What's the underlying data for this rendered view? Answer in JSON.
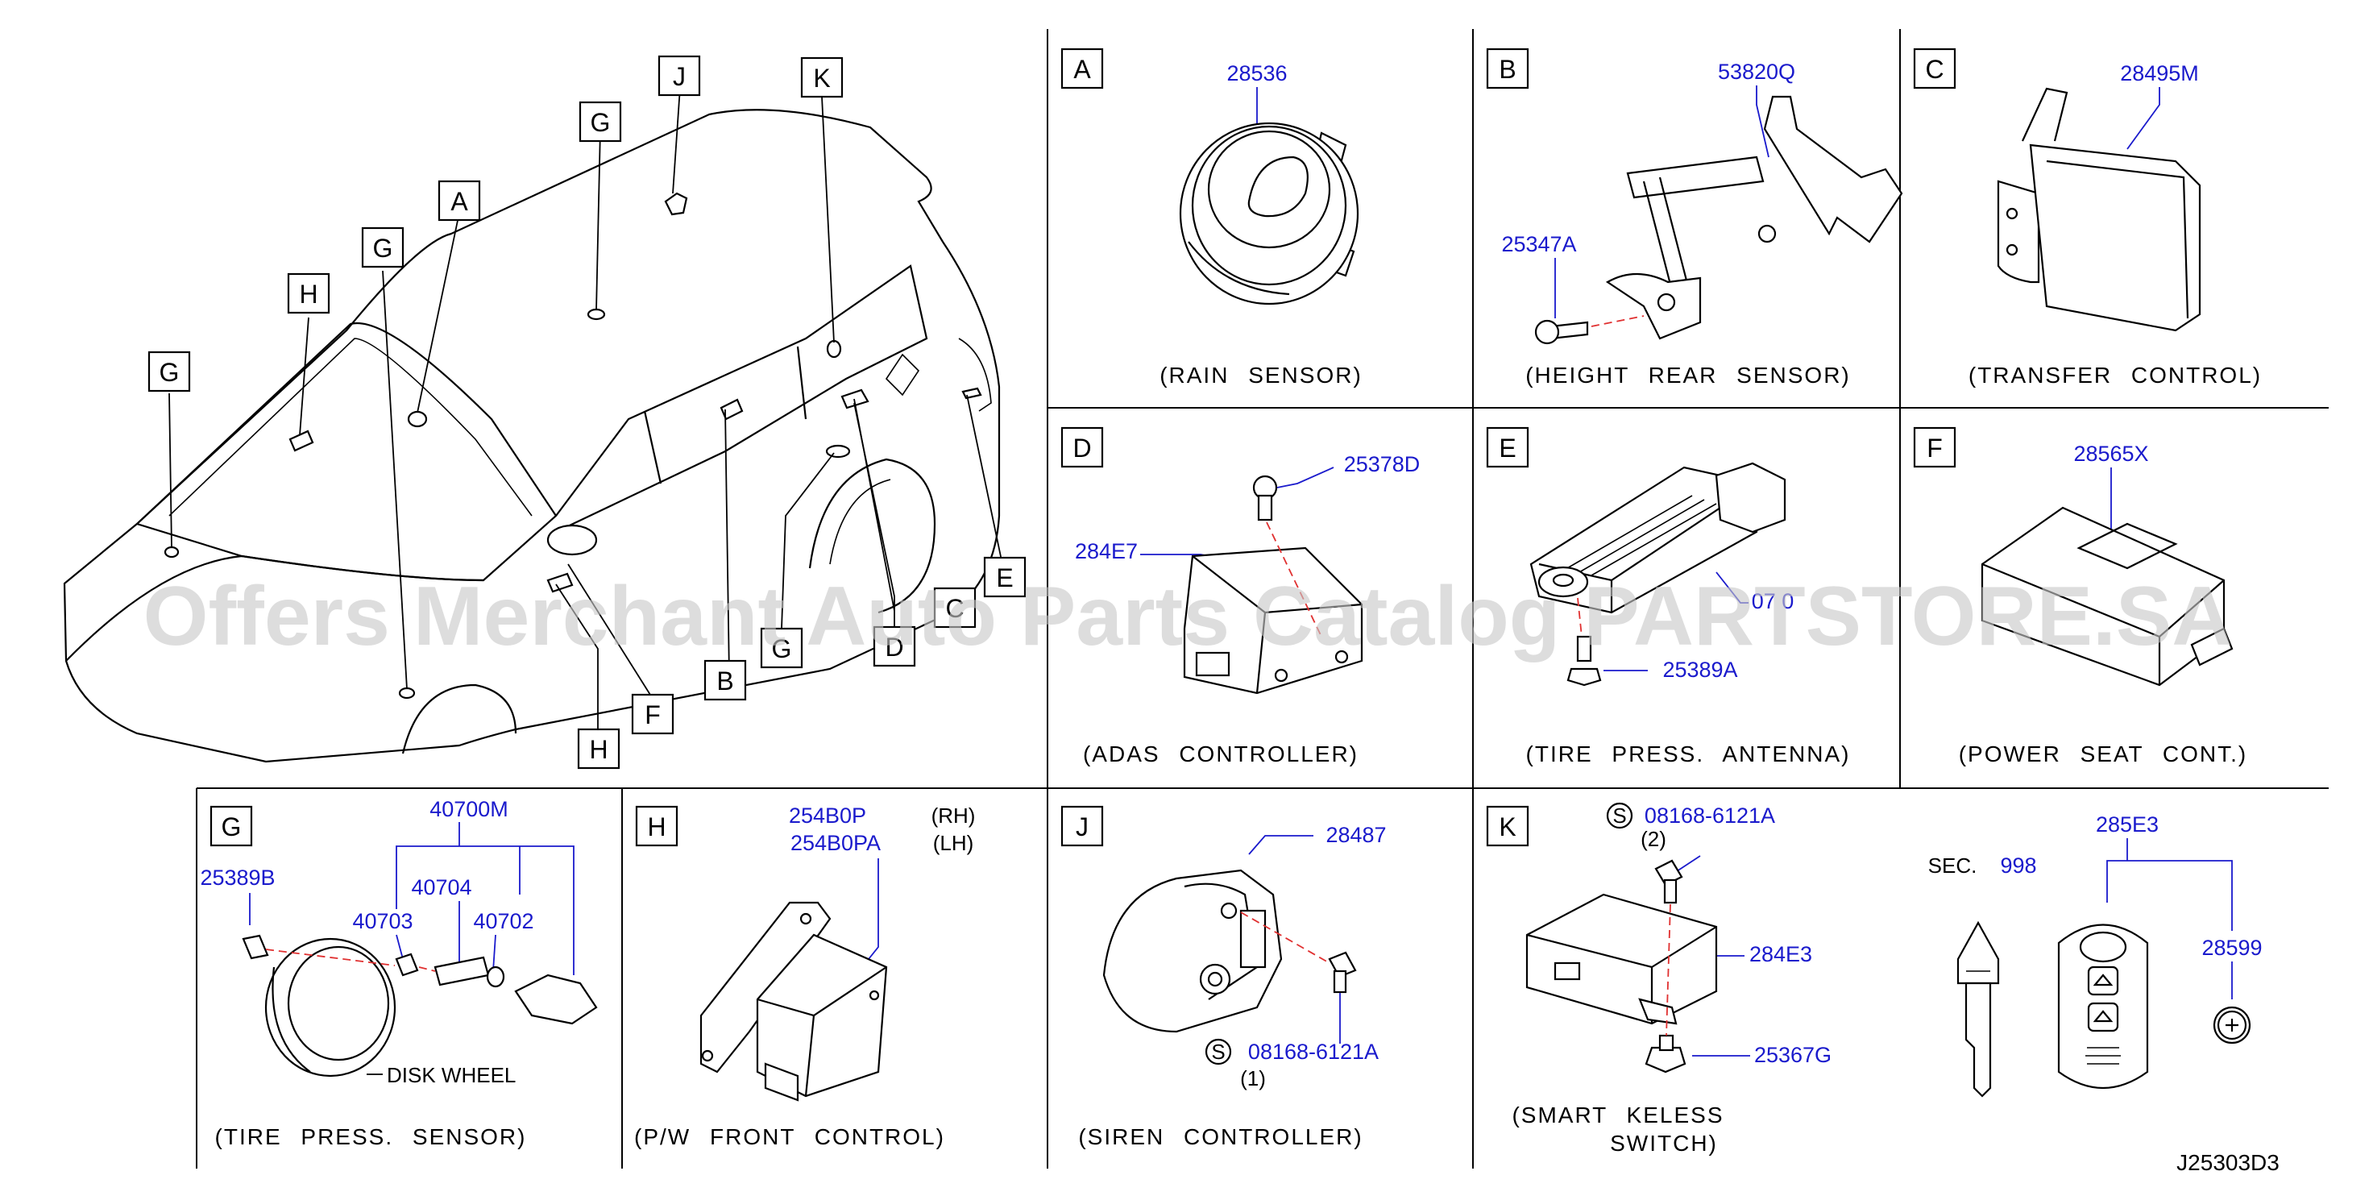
{
  "watermark": "Offers Merchant Auto Parts Catalog PARTSTORE.SA",
  "diagram_code": "J25303D3",
  "overview": {
    "callouts": [
      "A",
      "B",
      "C",
      "D",
      "E",
      "F",
      "G",
      "G",
      "G",
      "G",
      "H",
      "H",
      "J",
      "K"
    ]
  },
  "panels": {
    "A": {
      "letter": "A",
      "caption": "(RAIN SENSOR)",
      "parts": [
        "28536"
      ]
    },
    "B": {
      "letter": "B",
      "caption": "(HEIGHT REAR SENSOR)",
      "parts": [
        "53820Q",
        "25347A"
      ]
    },
    "C": {
      "letter": "C",
      "caption": "(TRANSFER CONTROL)",
      "parts": [
        "28495M"
      ]
    },
    "D": {
      "letter": "D",
      "caption": "(ADAS CONTROLLER)",
      "parts": [
        "25378D",
        "284E7"
      ]
    },
    "E": {
      "letter": "E",
      "caption": "(TIRE PRESS. ANTENNA)",
      "parts": [
        "07 0",
        "25389A"
      ]
    },
    "F": {
      "letter": "F",
      "caption": "(POWER SEAT CONT.)",
      "parts": [
        "28565X"
      ]
    },
    "G": {
      "letter": "G",
      "caption": "(TIRE PRESS. SENSOR)",
      "parts": [
        "40700M",
        "25389B",
        "40704",
        "40703",
        "40702"
      ],
      "label": "DISK WHEEL"
    },
    "H": {
      "letter": "H",
      "caption": "(P/W FRONT CONTROL)",
      "parts": [
        "254B0P",
        "254B0PA"
      ],
      "sides": [
        "(RH)",
        "(LH)"
      ]
    },
    "J": {
      "letter": "J",
      "caption": "(SIREN CONTROLLER)",
      "parts": [
        "28487",
        "08168-6121A"
      ],
      "s_mark": "S",
      "qty": "(1)"
    },
    "K": {
      "letter": "K",
      "caption_line1": "(SMART KELESS",
      "caption_line2": "SWITCH)",
      "parts": [
        "08168-6121A",
        "284E3",
        "25367G"
      ],
      "s_mark": "S",
      "qty": "(2)"
    },
    "L": {
      "sec_label": "SEC.",
      "sec_ref": "998",
      "parts": [
        "285E3",
        "28599"
      ]
    }
  }
}
